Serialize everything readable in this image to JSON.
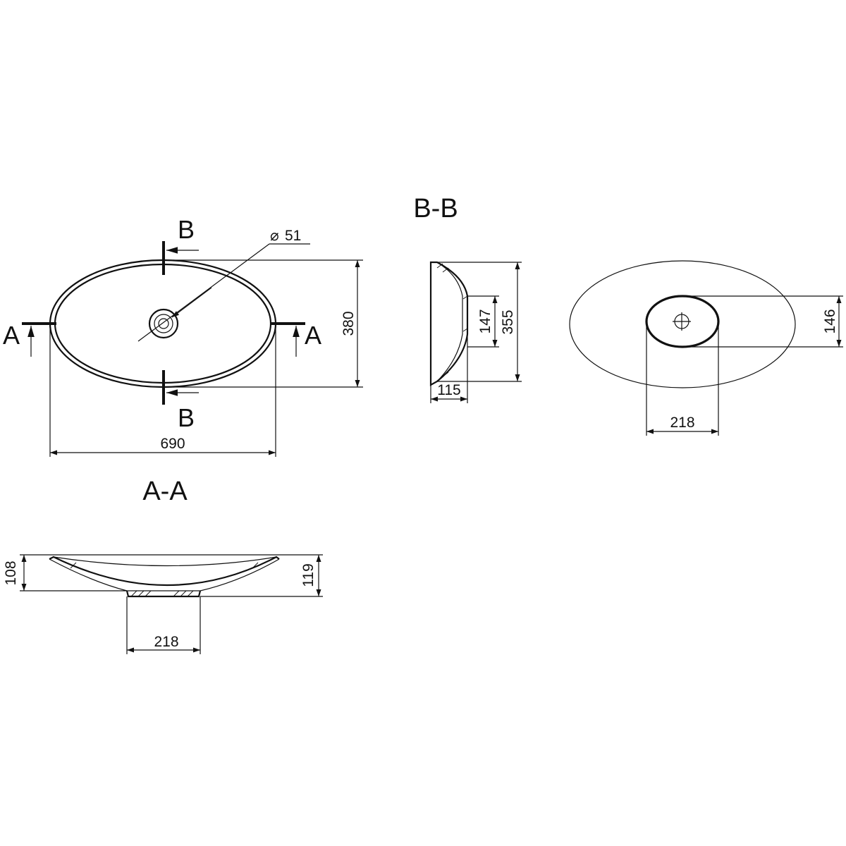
{
  "colors": {
    "ink": "#111111",
    "paper": "#ffffff"
  },
  "titles": {
    "section_aa": "A-A",
    "section_bb": "B-B"
  },
  "markers": {
    "a_left": "A",
    "a_right": "A",
    "b_top": "B",
    "b_bottom": "B"
  },
  "dimensions": {
    "plan_length": "690",
    "plan_width": "380",
    "drain_diameter_symbol": "⌀",
    "drain_diameter": "51",
    "bb_depth": "115",
    "bb_inner_height": "147",
    "bb_overall_height": "355",
    "bottom_width": "218",
    "bottom_height": "146",
    "aa_base_width": "218",
    "aa_left_height": "108",
    "aa_right_height": "119"
  }
}
